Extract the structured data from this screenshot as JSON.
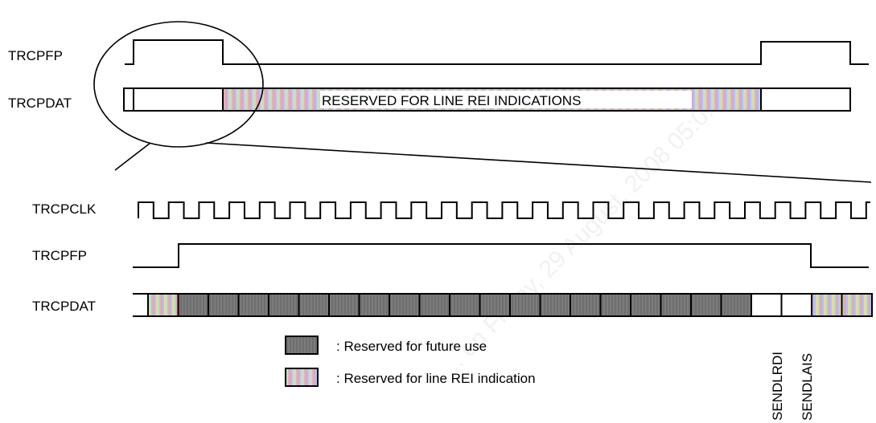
{
  "signals": {
    "top_frame_pulse": "TRCPFP",
    "top_data": "TRCPDAT",
    "clock": "TRCPCLK",
    "detail_frame_pulse": "TRCPFP",
    "detail_data": "TRCPDAT"
  },
  "top_band_label": "RESERVED FOR LINE REI INDICATIONS",
  "legend": [
    {
      "key": "reserved-future",
      "text": ": Reserved for future use"
    },
    {
      "key": "line-rei",
      "text": ": Reserved for line REI indication"
    }
  ],
  "bit_labels": [
    "SENDLRDI",
    "SENDLAIS"
  ],
  "bit_sequence": [
    "rei",
    "future",
    "future",
    "future",
    "future",
    "future",
    "future",
    "future",
    "future",
    "future",
    "future",
    "future",
    "future",
    "future",
    "future",
    "future",
    "future",
    "future",
    "future",
    "future",
    "lrdi",
    "lais",
    "rei",
    "rei"
  ],
  "colors": {
    "reserved_future": "#6e6e6e",
    "lrdi_lais": "#ffffff",
    "rei_stripes": [
      "#d8a3e0",
      "#a9c8f0",
      "#e9d79a",
      "#b8e6bf",
      "#e8b0b0"
    ]
  },
  "watermark_text": "... on Friday, 29 August, 2008 05:0..."
}
